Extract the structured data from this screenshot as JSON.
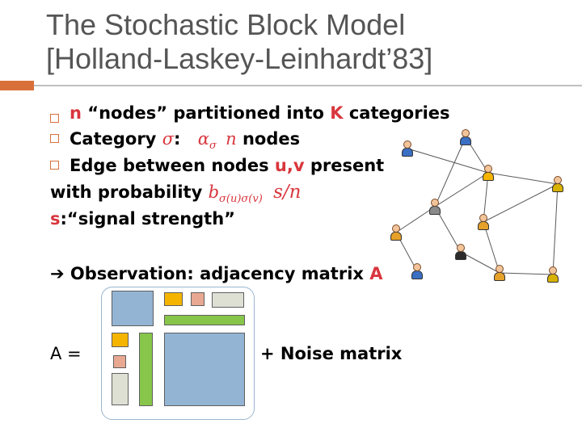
{
  "slide": {
    "title_line1": "The Stochastic Block Model",
    "title_line2": "[Holland-Laskey-Leinhardt’83]"
  },
  "bullets": {
    "b1_var": "n",
    "b1_text": " “nodes” partitioned into ",
    "b1_k": "K",
    "b1_tail": " categories",
    "b2_text": "Category ",
    "b2_sigma": "σ",
    "b2_colon": ":",
    "b2_alpha": "α",
    "b2_alpha_sub": "σ",
    "b2_n": "n",
    "b2_tail": " nodes",
    "b3_text": "Edge between nodes ",
    "b3_uv": "u,v",
    "b3_tail": " present"
  },
  "probability": {
    "text": "with probability ",
    "b": "b",
    "b_sub": "σ(u)σ(v)",
    "s_over_n": "s/n"
  },
  "signal": {
    "s": "s",
    "text": ":“signal strength”"
  },
  "observation": {
    "arrow": "➔",
    "text": " Observation: adjacency matrix ",
    "a": "A"
  },
  "equation": {
    "lhs": "A =",
    "rhs": "+ Noise matrix"
  },
  "colors": {
    "accent": "#d9703a",
    "highlight_red": "#d9363e",
    "block_blue": "#94b4d4",
    "block_orange": "#f5b400",
    "block_salmon": "#e8a892",
    "block_gray": "#dfe0d4",
    "block_green": "#87c64a"
  },
  "network": {
    "node_colors": [
      "#3a6fc4",
      "#3a6fc4",
      "#f5b400",
      "#d8b200",
      "#8a8a8a",
      "#e6a12a",
      "#e6a12a",
      "#2b2b2b",
      "#3a6fc4",
      "#e6a12a",
      "#d8b200"
    ]
  }
}
